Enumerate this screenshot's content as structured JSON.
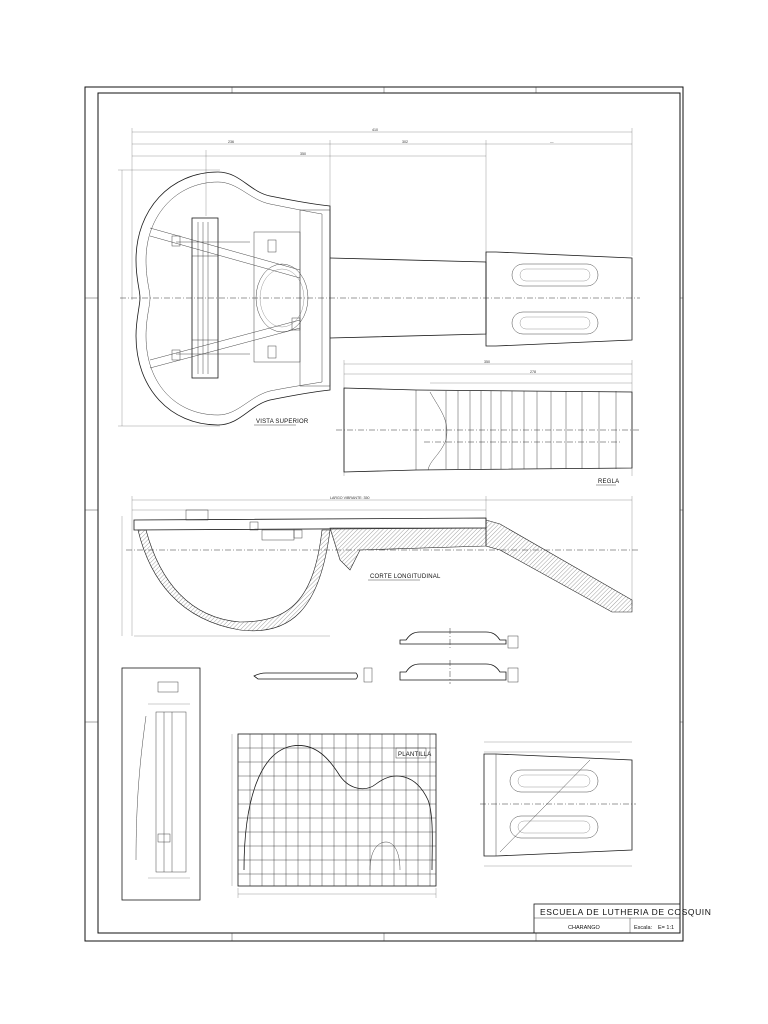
{
  "views": {
    "top_view": "VISTA SUPERIOR",
    "fretboard": "REGLA",
    "section": "CORTE LONGITUDINAL",
    "template": "PLANTILLA",
    "section_dimension": "LARGO VIBRANTE: 350"
  },
  "title_block": {
    "school": "ESCUELA DE LUTHERIA DE COSQUIN",
    "instrument": "CHARANGO",
    "scale_label": "Escala:",
    "scale_value": "E= 1:1"
  }
}
